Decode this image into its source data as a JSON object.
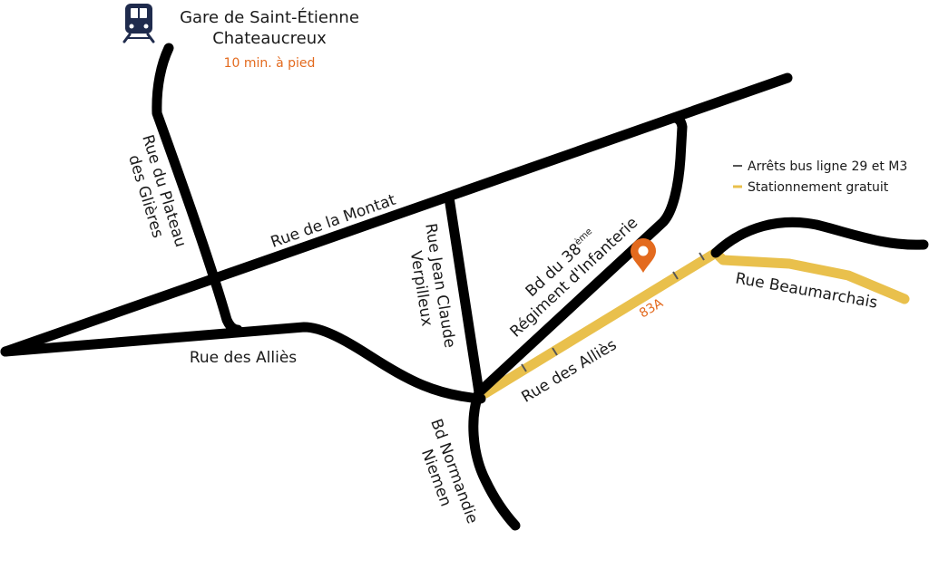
{
  "colors": {
    "road": "#000000",
    "parking": "#e9c04c",
    "accent": "#e36a1e",
    "station_icon": "#1f2b4d",
    "bus_stop_legend": "#555555"
  },
  "station": {
    "icon": "train-icon",
    "name_line1": "Gare de Saint-Étienne",
    "name_line2": "Chateaucreux",
    "walk_time": "10 min. à pied"
  },
  "legend": {
    "bus_stops": "Arrêts bus ligne 29 et M3",
    "parking": "Stationnement gratuit"
  },
  "streets": {
    "plateau_line1": "Rue du Plateau",
    "plateau_line2": "des Glières",
    "montat": "Rue de la Montat",
    "allies_left": "Rue des Alliès",
    "verpilleux_line1": "Rue Jean Claude",
    "verpilleux_line2": "Verpilleux",
    "bd38_line1_prefix": "Bd du 38",
    "bd38_line1_sup": "ème",
    "bd38_line2": "Régiment d'Infanterie",
    "allies_right": "Rue des Alliès",
    "beaumarchais": "Rue Beaumarchais",
    "normandie_line1": "Bd Normandie",
    "normandie_line2": "Niemen"
  },
  "location": {
    "icon": "location-pin-icon",
    "bus_stop_label": "83A"
  }
}
